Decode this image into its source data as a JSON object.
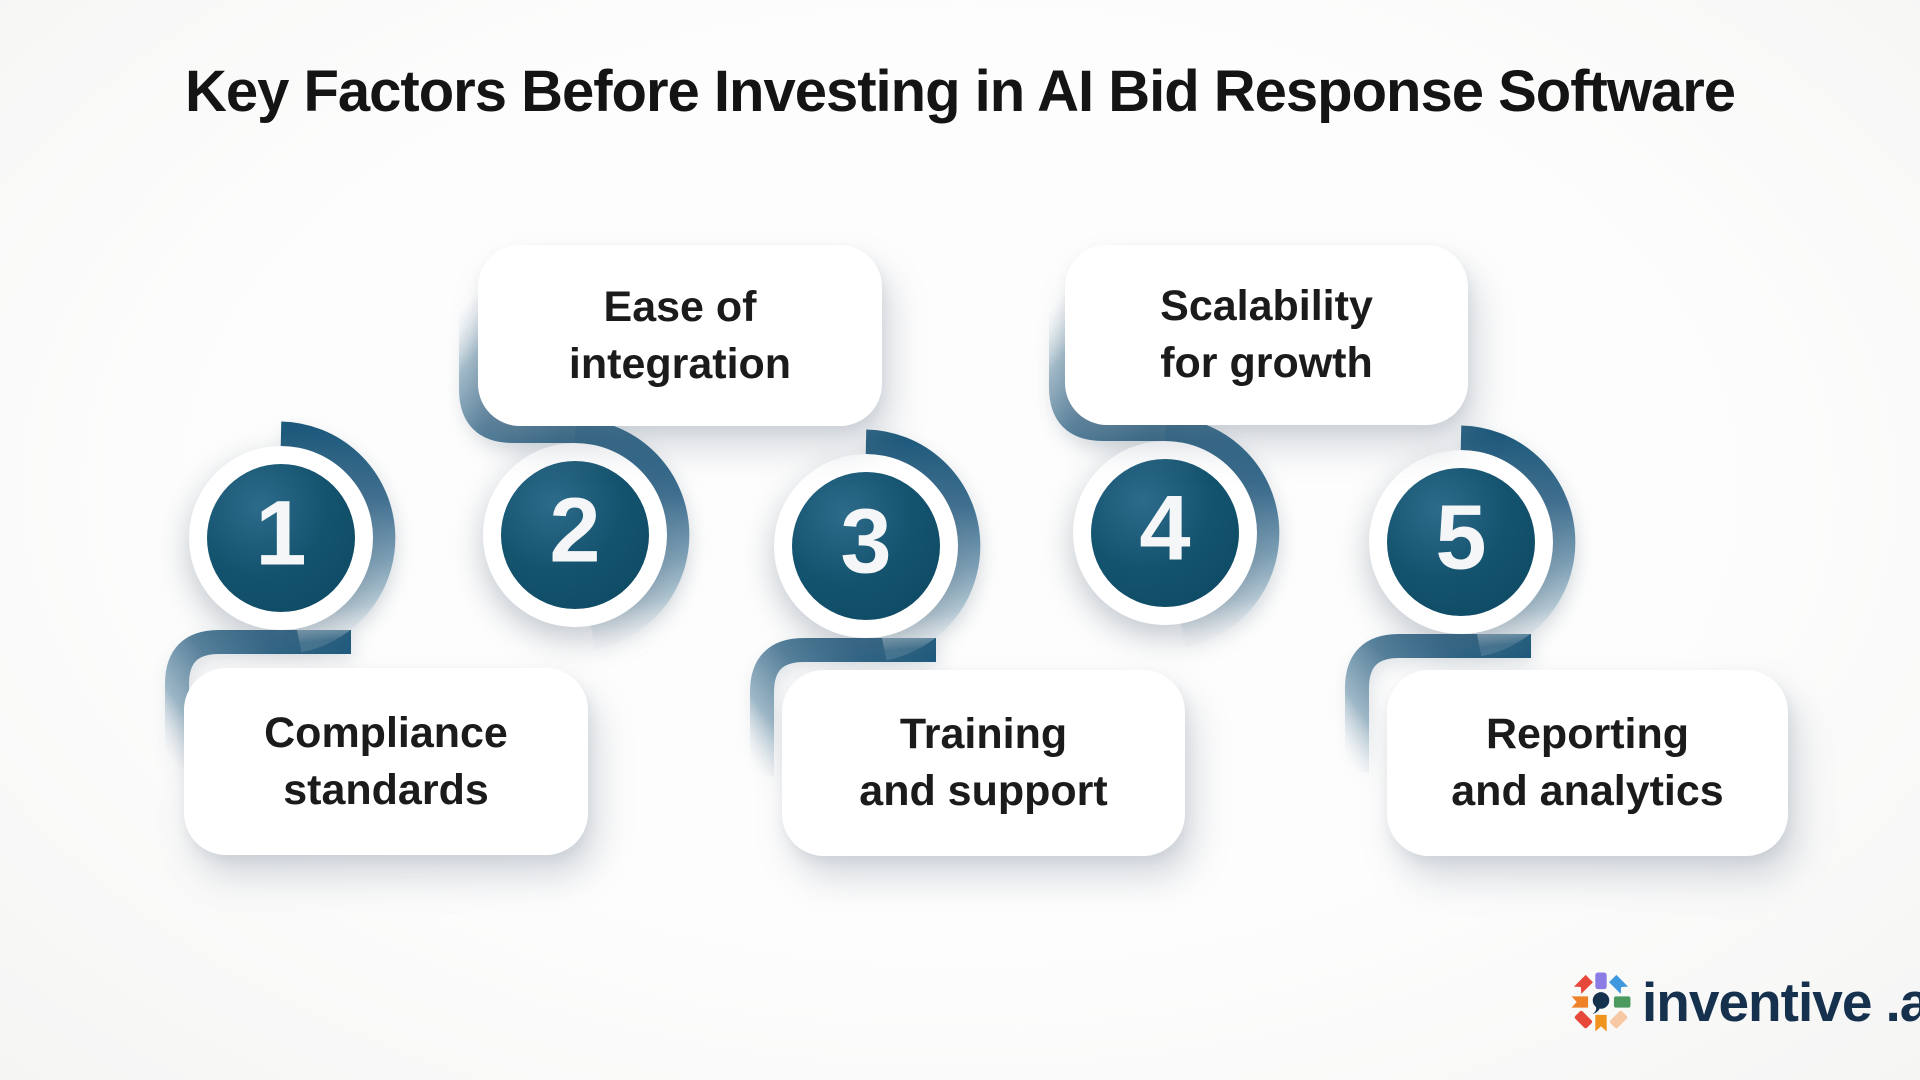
{
  "title": "Key Factors Before Investing in AI Bid Response Software",
  "steps": [
    {
      "number": "1",
      "line1": "Compliance",
      "line2": "standards",
      "card_position": "below"
    },
    {
      "number": "2",
      "line1": "Ease of",
      "line2": "integration",
      "card_position": "above"
    },
    {
      "number": "3",
      "line1": "Training",
      "line2": "and support",
      "card_position": "below"
    },
    {
      "number": "4",
      "line1": "Scalability",
      "line2": "for growth",
      "card_position": "above"
    },
    {
      "number": "5",
      "line1": "Reporting",
      "line2": "and analytics",
      "card_position": "below"
    }
  ],
  "logo": {
    "word": "inventive",
    "suffix": ".ai",
    "icon_colors": {
      "purple": "#8b7be4",
      "blue": "#3f97dd",
      "green": "#4c9a60",
      "peach": "#f6c8a4",
      "orange_left": "#ef8229",
      "orange_bottom": "#f1941f",
      "red": "#e6483a",
      "navy": "#16314e"
    }
  },
  "colors": {
    "background": "#fbfbfb",
    "circle_dark": "#11506c",
    "ribbon_dark": "#1d5a7c",
    "ribbon_light": "#dfe8ee",
    "card_text": "#1b1b1b",
    "title_text": "#141414"
  }
}
